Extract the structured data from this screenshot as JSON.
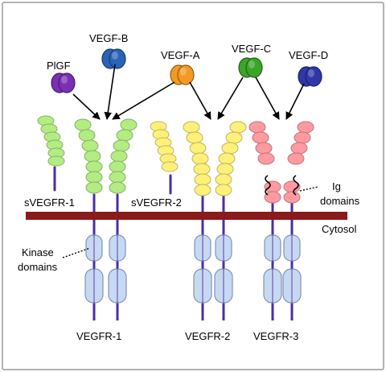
{
  "ligands": [
    {
      "name": "PlGF",
      "color": "#7b2fb5"
    },
    {
      "name": "VEGF-B",
      "color": "#2a63b8"
    },
    {
      "name": "VEGF-A",
      "color": "#f39a24"
    },
    {
      "name": "VEGF-C",
      "color": "#3aa528"
    },
    {
      "name": "VEGF-D",
      "color": "#3038a8"
    }
  ],
  "receptors": {
    "vegfr1": "VEGFR-1",
    "vegfr2": "VEGFR-2",
    "vegfr3": "VEGFR-3",
    "svegfr1": "sVEGFR-1",
    "svegfr2": "sVEGFR-2"
  },
  "annotations": {
    "ig_line1": "Ig",
    "ig_line2": "domains",
    "cytosol": "Cytosol",
    "kinase_line1": "Kinase",
    "kinase_line2": "domains"
  },
  "colors": {
    "membrane": "#8b1a1a",
    "vegfr1_domains": "#b3ec82",
    "vegfr2_domains": "#fff07a",
    "vegfr3_domains": "#ff9aa0",
    "kinase": "#c7d9f2",
    "stalk": "#4b2ea3"
  }
}
